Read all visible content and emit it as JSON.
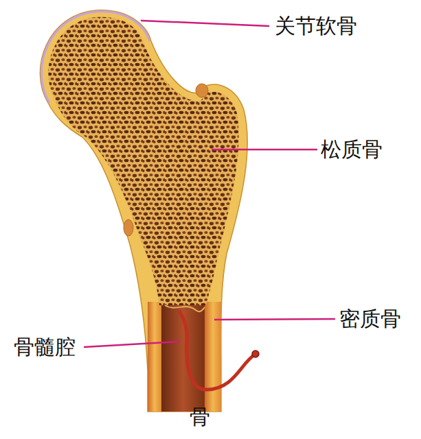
{
  "diagram": {
    "caption": "骨",
    "labels": [
      "关节软骨",
      "松质骨",
      "密质骨",
      "骨髓腔"
    ]
  }
}
